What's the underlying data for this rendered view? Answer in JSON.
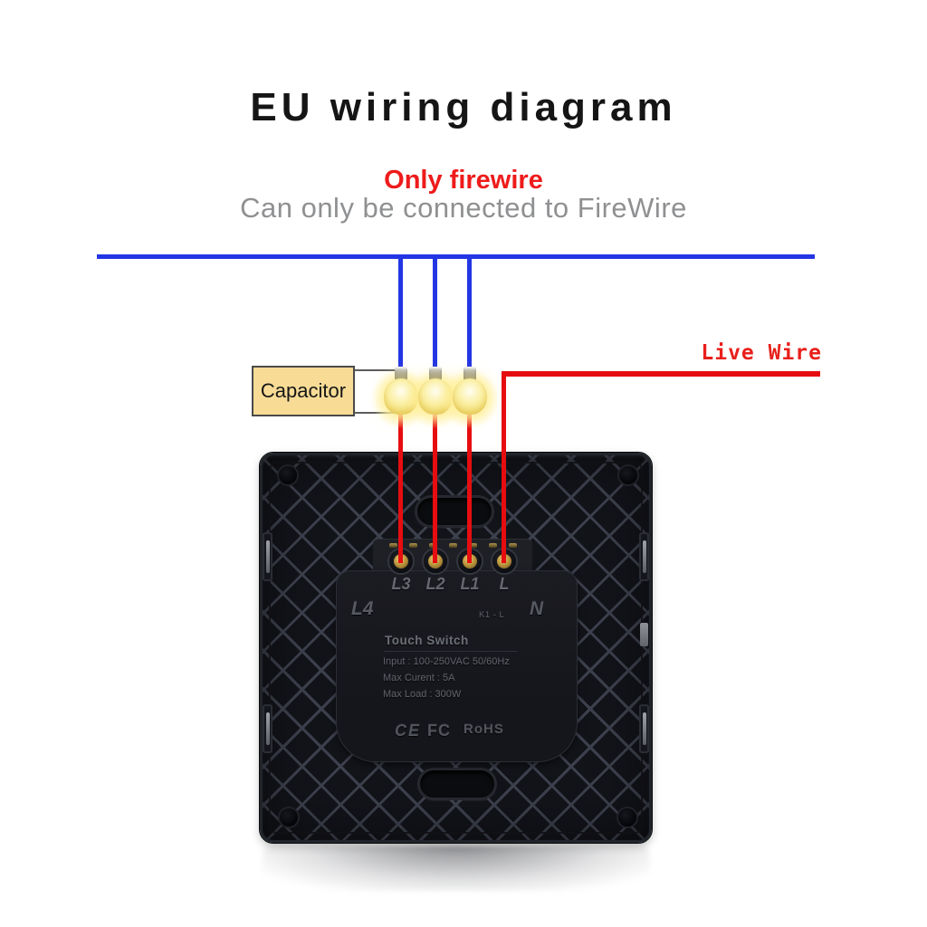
{
  "page": {
    "title": "EU wiring diagram"
  },
  "notes": {
    "headline": "Only firewire",
    "subheadline": "Can only be connected to FireWire"
  },
  "capacitor_label": "Capacitor",
  "live_wire_label": "Live Wire",
  "switch_panel": {
    "terminal_labels": [
      "L3",
      "L2",
      "L1",
      "L"
    ],
    "aux_left_label": "L4",
    "aux_right_label": "N",
    "channel_label": "K1 - L",
    "product_name": "Touch Switch",
    "specs": [
      "Input : 100-250VAC 50/60Hz",
      "Max Curent : 5A",
      "Max Load : 300W"
    ],
    "certifications": [
      "CE",
      "FC",
      "RoHS"
    ]
  },
  "colors": {
    "headline_red": "#ee1b1b",
    "subheadline_grey": "#8f9092",
    "neutral_wire_blue": "#2336e4",
    "live_wire_red": "#e60d10",
    "capacitor_fill": "#f8dc96",
    "panel_body_black": "#13141a",
    "lattice_line_grey": "#3d414d",
    "emboss_text_grey": "#64676f",
    "terminal_gold": "#bd973f",
    "bulb_glow_yellow": "#fbf0a6"
  }
}
